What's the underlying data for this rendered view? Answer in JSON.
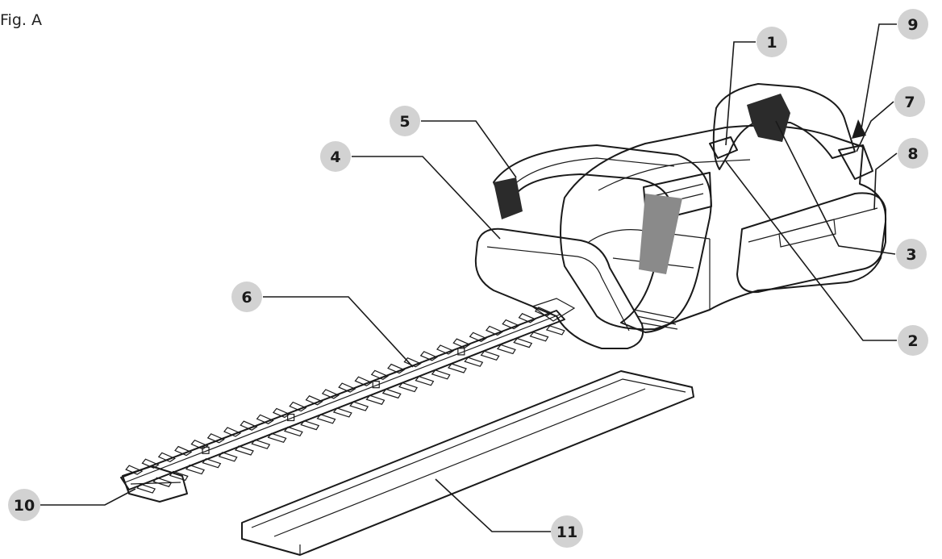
{
  "figure": {
    "label": "Fig. A"
  },
  "callouts": [
    {
      "id": "1",
      "label": "1"
    },
    {
      "id": "2",
      "label": "2"
    },
    {
      "id": "3",
      "label": "3"
    },
    {
      "id": "4",
      "label": "4"
    },
    {
      "id": "5",
      "label": "5"
    },
    {
      "id": "6",
      "label": "6"
    },
    {
      "id": "7",
      "label": "7"
    },
    {
      "id": "8",
      "label": "8"
    },
    {
      "id": "9",
      "label": "9"
    },
    {
      "id": "10",
      "label": "10"
    },
    {
      "id": "11",
      "label": "11"
    }
  ],
  "colors": {
    "badge": "#d2d2d2",
    "line": "#1a1a1a",
    "grip": "#2b2b2b"
  }
}
